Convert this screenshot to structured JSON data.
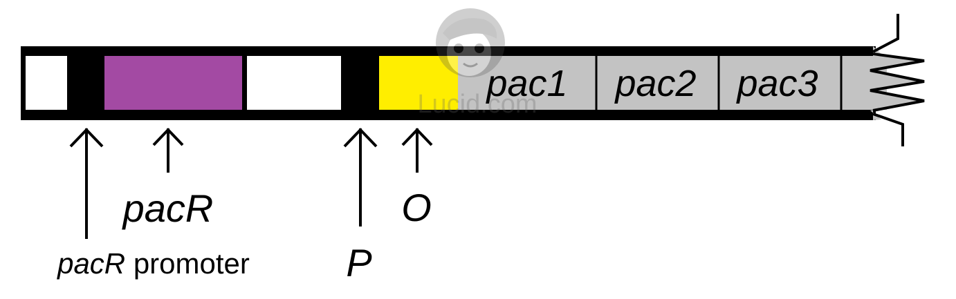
{
  "colors": {
    "outline": "#000000",
    "background": "#ffffff",
    "pacR_gene": "#a34aa3",
    "operator": "#ffee00",
    "pac_genes": "#c3c3c3"
  },
  "genes": {
    "pac1": "pac1",
    "pac2": "pac2",
    "pac3": "pac3"
  },
  "labels": {
    "pacR_promoter_italic": "pacR",
    "pacR_promoter_rest": " promoter",
    "pacR": "pacR",
    "P": "P",
    "O": "O"
  },
  "watermark": {
    "text": "Lucid.com",
    "icon": "cartoon-face-icon"
  }
}
